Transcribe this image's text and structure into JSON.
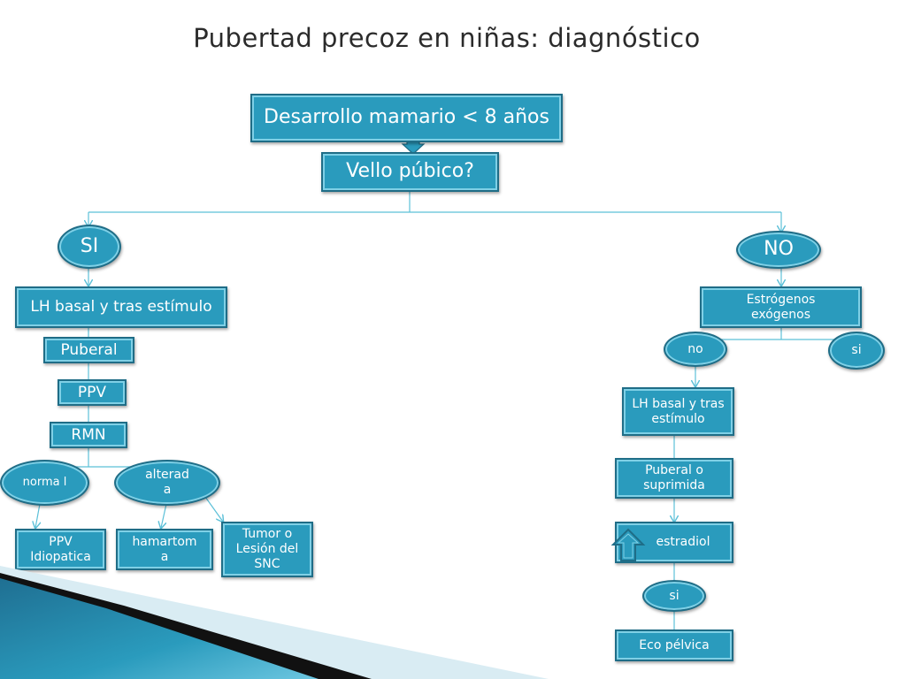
{
  "title": "Pubertad precoz en niñas: diagnóstico",
  "nodes": {
    "desarrollo": "Desarrollo mamario < 8 años",
    "vello": "Vello púbico?",
    "si": "SI",
    "no": "NO",
    "lh_left": "LH basal y tras estímulo",
    "puberal": "Puberal",
    "ppv": "PPV",
    "rmn": "RMN",
    "normal": "norma l",
    "alterada": "alterad a",
    "ppv_idiopatica": "PPV Idiopatica",
    "hamartoma": "hamartom a",
    "tumor": "Tumor o Lesión del SNC",
    "estrogenos": "Estrógenos exógenos",
    "no_small": "no",
    "si_small": "si",
    "lh_right": "LH basal y tras estímulo",
    "puberal_suprimida": "Puberal o suprimida",
    "estradiol": "estradiol",
    "si_estradiol": "si",
    "eco": "Eco pélvica"
  },
  "colors": {
    "node_fill": "#2a9bbd",
    "node_border": "#1f6d87",
    "connector": "#5cc0d8",
    "title": "#2b2b2b"
  }
}
